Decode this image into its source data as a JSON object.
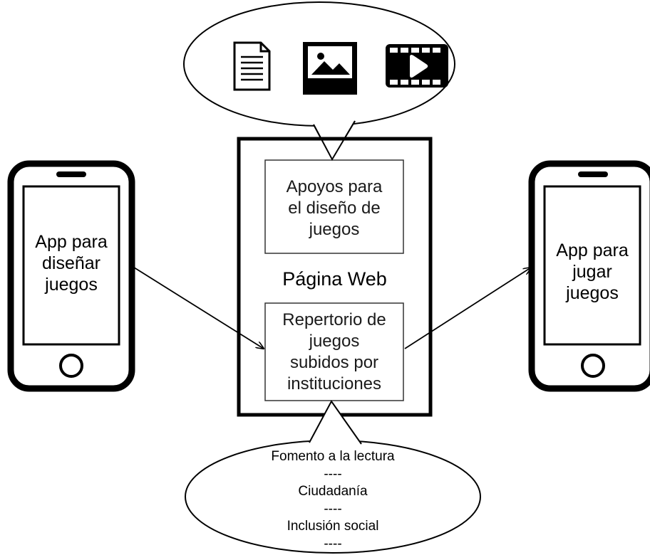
{
  "left_phone": {
    "lines": [
      "App para",
      "diseñar",
      "juegos"
    ]
  },
  "right_phone": {
    "lines": [
      "App para",
      "jugar",
      "juegos"
    ]
  },
  "web_page": {
    "label": "Página Web",
    "support_box": {
      "lines": [
        "Apoyos para",
        "el diseño de",
        "juegos"
      ]
    },
    "repository_box": {
      "lines": [
        "Repertorio de",
        "juegos",
        "subidos por",
        "instituciones"
      ]
    }
  },
  "top_bubble": {
    "icons": [
      "document-icon",
      "image-icon",
      "video-icon"
    ]
  },
  "bottom_bubble": {
    "lines": [
      "Fomento a la lectura",
      "----",
      "Ciudadanía",
      "----",
      "Inclusión social",
      "----"
    ]
  }
}
